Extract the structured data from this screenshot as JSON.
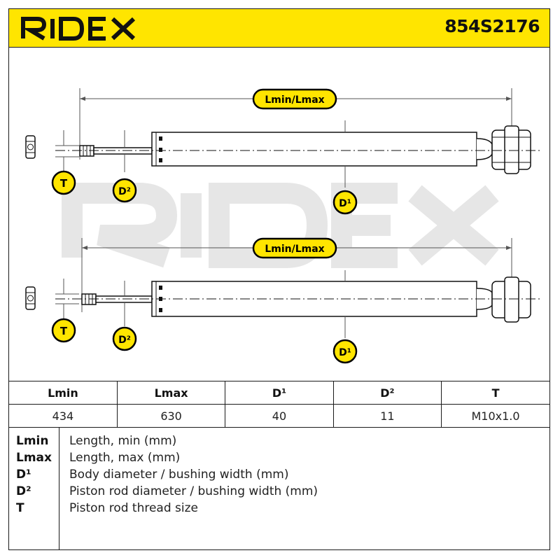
{
  "header": {
    "brand": "RIDEX",
    "part_number": "854S2176",
    "brand_color": "#ffe500"
  },
  "diagram": {
    "watermark": "RIDEX",
    "dimension_labels": {
      "length": "Lmin/Lmax",
      "body_diameter": "D¹",
      "rod_diameter": "D²",
      "thread": "T"
    },
    "label_fill": "#ffe500",
    "label_outline": "#000000"
  },
  "spec_table": {
    "headers": [
      "Lmin",
      "Lmax",
      "D¹",
      "D²",
      "T"
    ],
    "values": [
      "434",
      "630",
      "40",
      "11",
      "M10x1.0"
    ]
  },
  "legend": [
    {
      "key": "Lmin",
      "desc": "Length, min (mm)"
    },
    {
      "key": "Lmax",
      "desc": "Length, max (mm)"
    },
    {
      "key": "D¹",
      "desc": "Body diameter / bushing width (mm)"
    },
    {
      "key": "D²",
      "desc": "Piston rod diameter / bushing width (mm)"
    },
    {
      "key": "T",
      "desc": "Piston rod thread size"
    }
  ]
}
